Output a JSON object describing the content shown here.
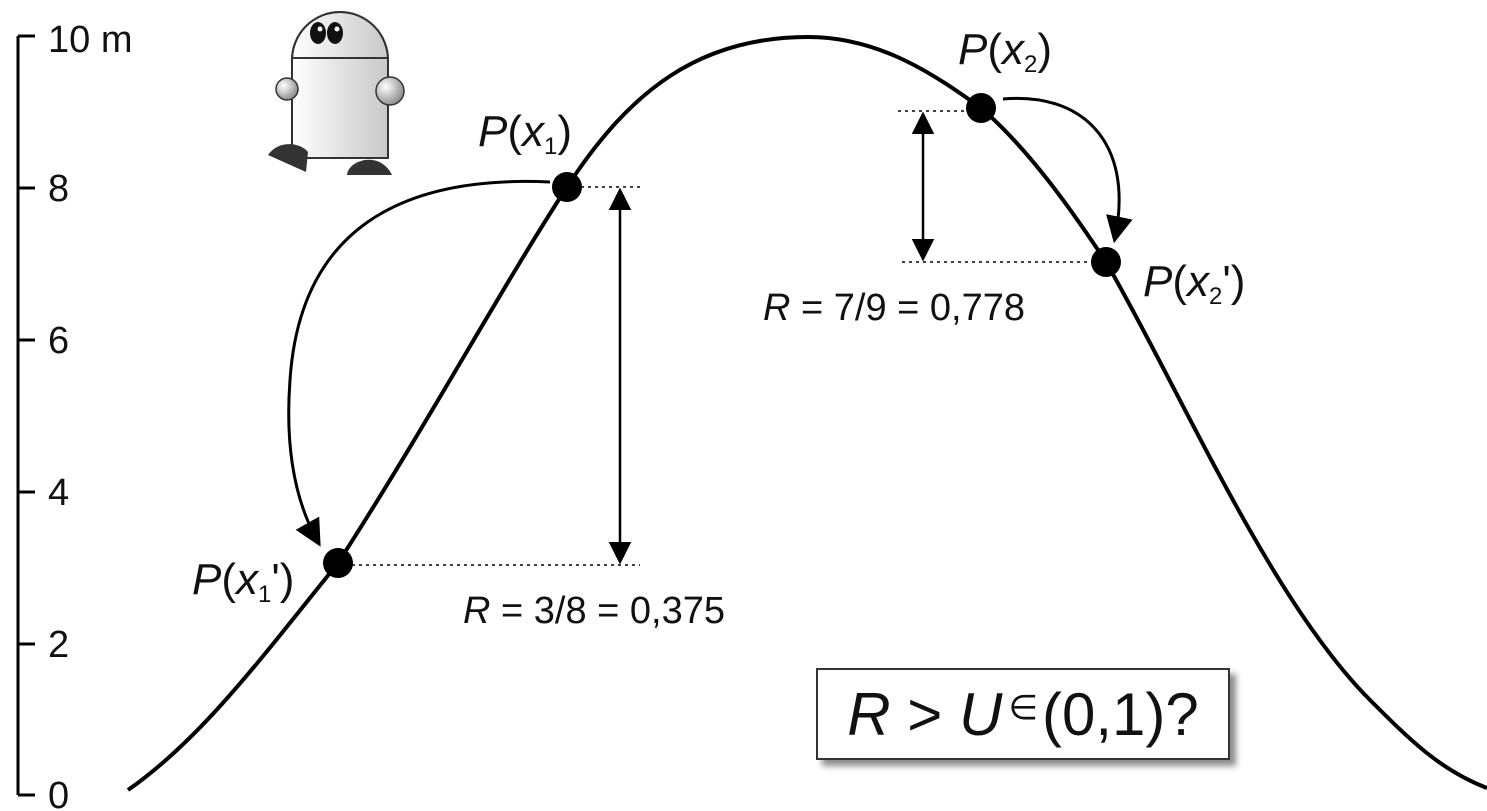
{
  "axis": {
    "tick_labels": [
      "0",
      "2",
      "4",
      "6",
      "8",
      "10 m"
    ]
  },
  "points": {
    "x1": {
      "P": "P",
      "open": "(",
      "var": "x",
      "sub": "1",
      "prime": "",
      "close": ")"
    },
    "x1p": {
      "P": "P",
      "open": "(",
      "var": "x",
      "sub": "1",
      "prime": "'",
      "close": ")"
    },
    "x2": {
      "P": "P",
      "open": "(",
      "var": "x",
      "sub": "2",
      "prime": "",
      "close": ")"
    },
    "x2p": {
      "P": "P",
      "open": "(",
      "var": "x",
      "sub": "2",
      "prime": "'",
      "close": ")"
    }
  },
  "ratios": {
    "r1": {
      "symbol": "R",
      "rest": " = 3/8 = 0,375"
    },
    "r2": {
      "symbol": "R",
      "rest": " = 7/9 = 0,778"
    }
  },
  "question": {
    "r": "R",
    "gt": " > ",
    "u": "U",
    "in": "∈",
    "interval": "(0,1)?"
  },
  "colors": {
    "curve": "#000000",
    "robot_body": "#e6e6e6",
    "robot_feet": "#333333"
  }
}
